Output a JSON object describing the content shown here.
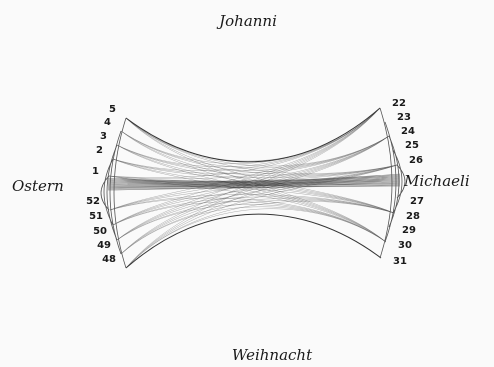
{
  "seasons": {
    "top": "Johanni",
    "left": "Ostern",
    "right": "Michaeli",
    "bottom": "Weihnacht"
  },
  "left_numbers": [
    "5",
    "4",
    "3",
    "2",
    "1",
    "52",
    "51",
    "50",
    "49",
    "48"
  ],
  "right_numbers": [
    "22",
    "23",
    "24",
    "25",
    "26",
    "27",
    "28",
    "29",
    "30",
    "31"
  ],
  "colors": {
    "ink": "#1a1a1a",
    "pencil": "#555555",
    "paper": "#fafafa"
  }
}
